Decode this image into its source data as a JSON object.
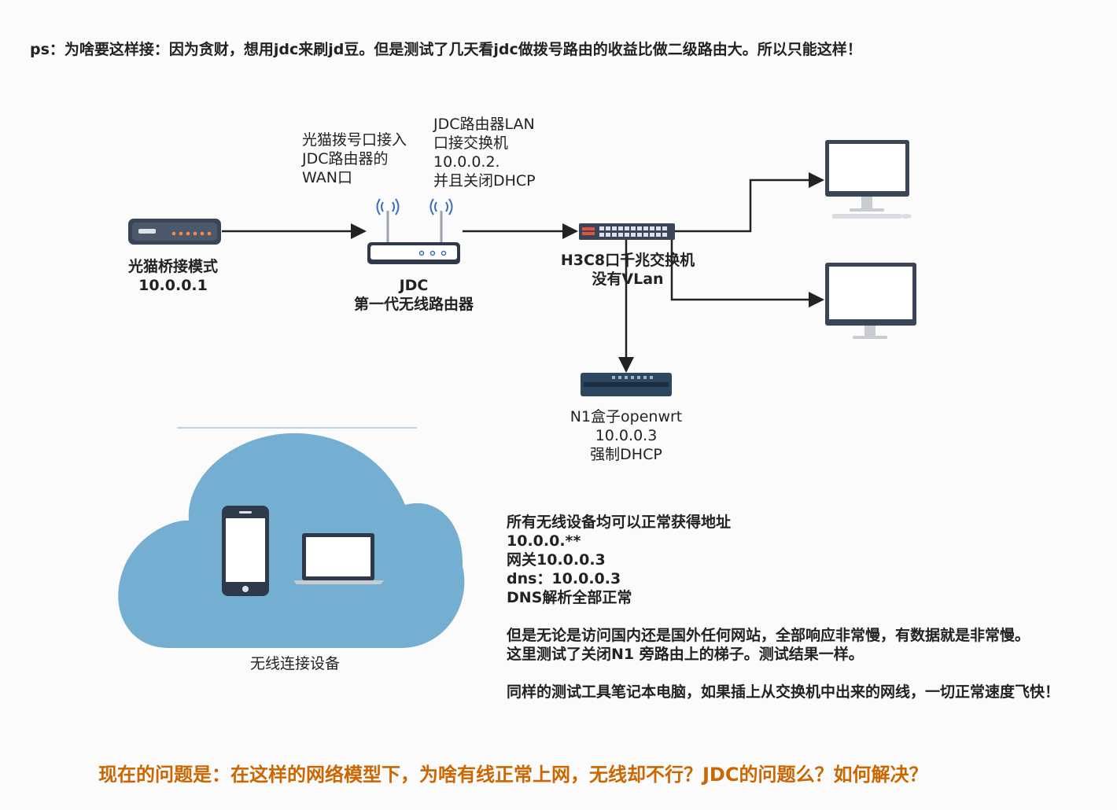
{
  "header_note": "ps：为啥要这样接：因为贪财，想用jdc来刷jd豆。但是测试了几天看jdc做拨号路由的收益比做二级路由大。所以只能这样！",
  "nodes": {
    "modem": {
      "label": "光猫桥接模式\n10.0.0.1"
    },
    "router": {
      "label": "JDC\n第一代无线路由器"
    },
    "switch": {
      "label": "H3C8口千兆交换机\n没有VLan"
    },
    "n1box": {
      "label": "N1盒子openwrt\n10.0.0.3\n强制DHCP"
    },
    "cloud": {
      "label": "无线连接设备"
    }
  },
  "annotations": {
    "modem_to_router": "光猫拨号口接入\nJDC路由器的\nWAN口",
    "router_to_switch": "JDC路由器LAN\n口接交换机\n10.0.0.2.\n并且关闭DHCP"
  },
  "notes": {
    "wireless_info": "所有无线设备均可以正常获得地址\n10.0.0.**\n网关10.0.0.3\ndns：10.0.0.3\nDNS解析全部正常\n\n但是无论是访问国内还是国外任何网站，全部响应非常慢，有数据就是非常慢。\n这里测试了关闭N1 旁路由上的梯子。测试结果一样。\n\n同样的测试工具笔记本电脑，如果插上从交换机中出来的网线，一切正常速度飞快！"
  },
  "bottom_question": "现在的问题是：在这样的网络模型下，为啥有线正常上网，无线却不行？JDC的问题么？如何解决？",
  "colors": {
    "question": "#cc6600",
    "cloud": "#74aed0",
    "device_dark": "#2e3a4a",
    "wifi_blue": "#3a6ec2"
  }
}
